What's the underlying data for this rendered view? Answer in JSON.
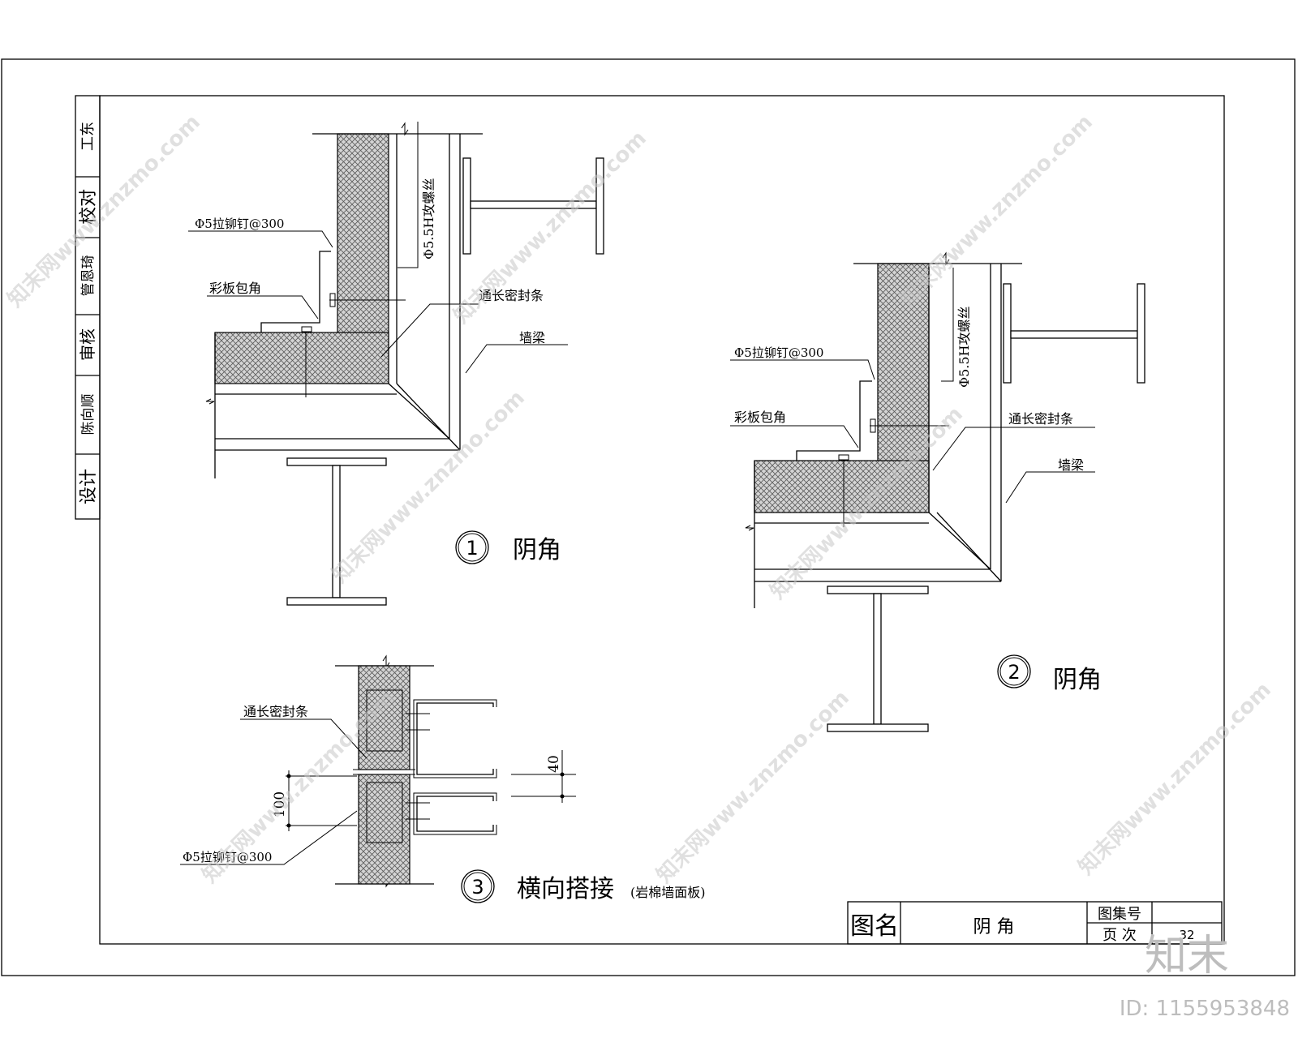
{
  "side_block": {
    "rows": [
      "工东",
      "校对",
      "管恩琦",
      "审核",
      "陈向顺",
      "设计"
    ]
  },
  "detail1": {
    "rivet": "Φ5拉铆钉@300",
    "screw": "Φ5.5H攻螺丝",
    "corner": "彩板包角",
    "seal": "通长密封条",
    "girt": "墙梁",
    "number": "1",
    "title": "阴角"
  },
  "detail2": {
    "rivet": "Φ5拉铆钉@300",
    "screw": "Φ5.5H攻螺丝",
    "corner": "彩板包角",
    "seal": "通长密封条",
    "girt": "墙梁",
    "number": "2",
    "title": "阴角"
  },
  "detail3": {
    "seal": "通长密封条",
    "rivet": "Φ5拉铆钉@300",
    "dim_100": "100",
    "dim_40": "40",
    "number": "3",
    "title": "横向搭接",
    "subtitle": "(岩棉墙面板)"
  },
  "title_block": {
    "name_label": "图名",
    "name_value": "阴  角",
    "atlas_label": "图集号",
    "page_label": "页  次",
    "page_value": "32"
  },
  "brand": {
    "logo": "知末",
    "id_text": "ID: 1155953848",
    "watermark": "知末网www.znzmo.com"
  }
}
